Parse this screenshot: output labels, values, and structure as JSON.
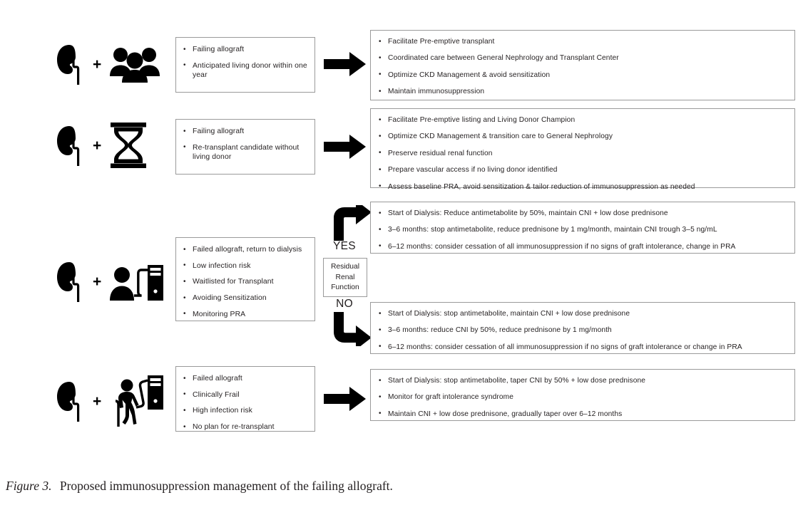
{
  "figure": {
    "caption_label": "Figure 3.",
    "caption_text": "Proposed immunosuppression management of the failing allograft.",
    "accent_border": "#9a9a9a",
    "ink": "#231f20",
    "arrow_color": "#000000"
  },
  "decision": {
    "line1": "Residual",
    "line2": "Renal",
    "line3": "Function",
    "yes_label": "YES",
    "no_label": "NO"
  },
  "rows": [
    {
      "icons": [
        "kidney-icon",
        "plus-sign",
        "people-group-icon"
      ],
      "plus": "+",
      "criteria": [
        "Failing allograft",
        "Anticipated living donor within one year"
      ],
      "actions": [
        "Facilitate Pre-emptive transplant",
        "Coordinated care between General Nephrology and Transplant Center",
        "Optimize CKD Management & avoid sensitization",
        "Maintain immunosuppression"
      ]
    },
    {
      "icons": [
        "kidney-icon",
        "plus-sign",
        "hourglass-icon"
      ],
      "plus": "+",
      "criteria": [
        "Failing allograft",
        "Re-transplant candidate without living donor"
      ],
      "actions": [
        "Facilitate Pre-emptive listing and Living Donor Champion",
        "Optimize CKD Management & transition care to General Nephrology",
        "Preserve residual renal function",
        "Prepare vascular access if no living donor identified",
        "Assess baseline PRA, avoid sensitization & tailor reduction of immunosuppression as needed"
      ]
    },
    {
      "icons": [
        "kidney-icon",
        "plus-sign",
        "dialysis-patient-icon"
      ],
      "plus": "+",
      "criteria": [
        "Failed allograft, return to dialysis",
        "Low infection risk",
        "Waitlisted for Transplant",
        "Avoiding Sensitization",
        "Monitoring PRA"
      ],
      "actions_yes": [
        "Start of Dialysis: Reduce antimetabolite by 50%, maintain CNI + low dose prednisone",
        "3–6 months: stop antimetabolite, reduce prednisone by 1 mg/month, maintain CNI trough 3–5 ng/mL",
        "6–12 months: consider cessation of all immunosuppression if no signs of graft intolerance, change in PRA"
      ],
      "actions_no": [
        "Start of Dialysis: stop antimetabolite, maintain CNI + low dose prednisone",
        "3–6 months:  reduce CNI by 50%,  reduce prednisone by 1 mg/month",
        "6–12 months: consider cessation of all immunosuppression if no signs of graft intolerance or change in PRA"
      ]
    },
    {
      "icons": [
        "kidney-icon",
        "plus-sign",
        "frail-dialysis-patient-icon"
      ],
      "plus": "+",
      "criteria": [
        "Failed allograft",
        "Clinically Frail",
        "High infection risk",
        "No plan for re-transplant"
      ],
      "actions": [
        "Start of Dialysis: stop antimetabolite, taper CNI by 50% + low dose prednisone",
        "Monitor for graft intolerance syndrome",
        "Maintain CNI + low dose prednisone, gradually taper over 6–12 months"
      ]
    }
  ]
}
